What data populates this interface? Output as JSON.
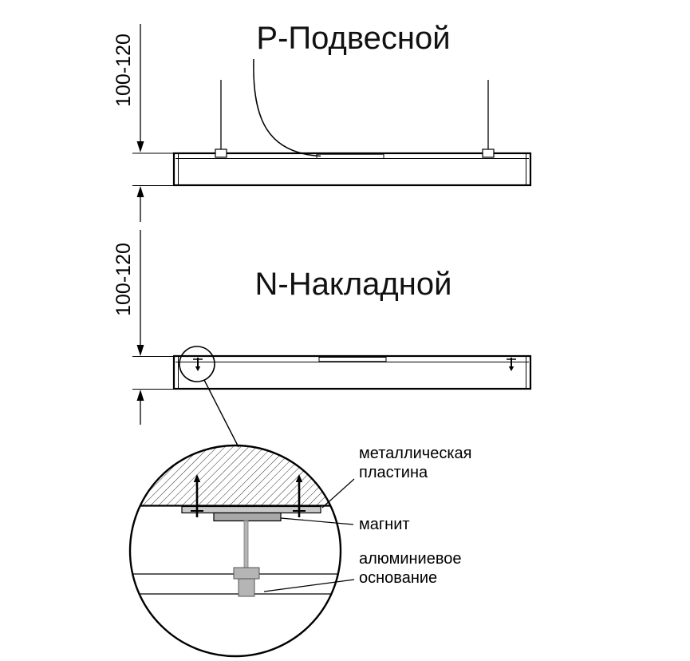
{
  "titles": {
    "pendant": "Р-Подвесной",
    "surface": "N-Накладной"
  },
  "dimensions": {
    "pendant_height": "100-120",
    "surface_height": "100-120"
  },
  "detail_labels": {
    "metal_plate": [
      "металлическая",
      "пластина"
    ],
    "magnet": "магнит",
    "aluminum_base": [
      "алюминиевое",
      "основание"
    ]
  },
  "colors": {
    "line": "#000000",
    "metal_plate_fill": "#c9c9c9",
    "magnet_fill": "#a8a8a8",
    "base_fill": "#b5b5b5",
    "background": "#ffffff"
  }
}
